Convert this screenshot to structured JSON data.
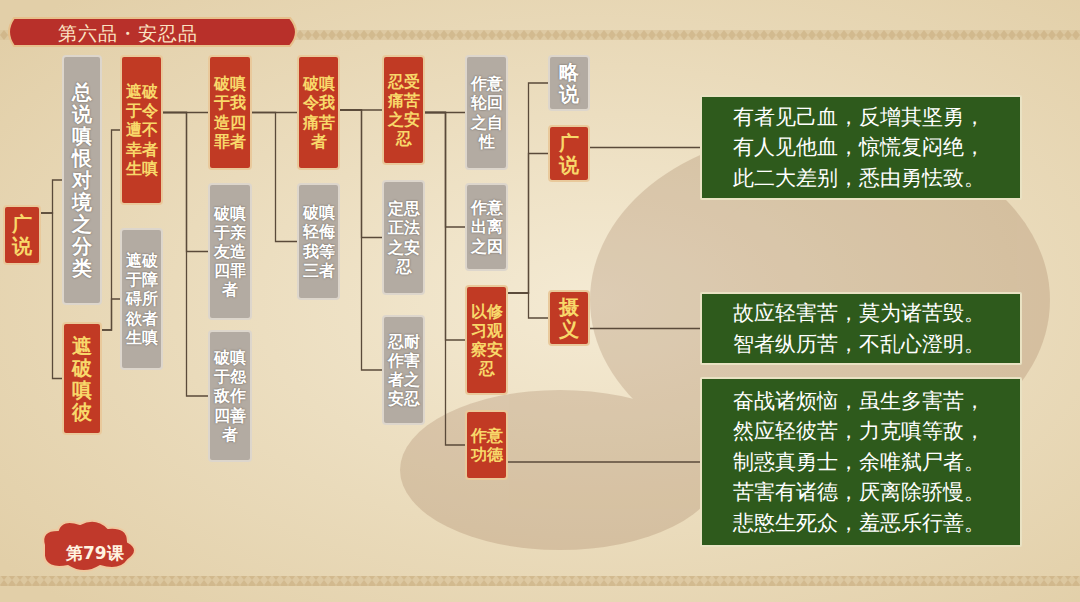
{
  "diagram": {
    "title": "第六品・安忍品",
    "nodes": [
      {
        "text": [
          "广说"
        ]
      },
      {
        "text": [
          "总说嗔恨对境之分类"
        ]
      },
      {
        "text": [
          "遮破嗔彼"
        ]
      },
      {
        "text": [
          "遮破于令遭不幸者生嗔"
        ]
      },
      {
        "text": [
          "遮破于障碍所欲者生嗔"
        ]
      },
      {
        "text": [
          "破嗔于我造四罪者"
        ]
      },
      {
        "text": [
          "破嗔于亲友造四罪者"
        ]
      },
      {
        "text": [
          "破嗔于怨敌作四善者"
        ]
      },
      {
        "text": [
          "破嗔令我痛苦者"
        ]
      },
      {
        "text": [
          "破嗔轻侮我等三者"
        ]
      },
      {
        "text": [
          "忍受痛苦之安忍"
        ]
      },
      {
        "text": [
          "定思正法之安忍"
        ]
      },
      {
        "text": [
          "忍耐作害者之安忍"
        ]
      },
      {
        "text": [
          "作意轮回之自性"
        ]
      },
      {
        "text": [
          "作意出离之因"
        ]
      },
      {
        "text": [
          "以修习观察安忍"
        ]
      },
      {
        "text": [
          "作意功德"
        ]
      },
      {
        "text": [
          "略说"
        ]
      },
      {
        "text": [
          "广说"
        ]
      },
      {
        "text": [
          "摄义"
        ]
      },
      {
        "text": [
          "有者见己血，反增其坚勇， 有人见他血，惊慌复闷绝， 此二大差别，悉由勇怯致。"
        ]
      },
      {
        "text": [
          "故应轻害苦，莫为诸苦毁。 智者纵历苦，不乱心澄明。"
        ]
      },
      {
        "text": [
          "奋战诸烦恼，虽生多害苦， 然应轻彼苦，力克嗔等敌， 制惑真勇士，余唯弑尸者。 苦害有诸德，厌离除骄慢。 悲愍生死众，羞恶乐行善。"
        ]
      }
    ],
    "edges": [
      {
        "from": 0,
        "to": 1,
        "arrow": "none"
      },
      {
        "from": 0,
        "to": 2,
        "arrow": "none"
      },
      {
        "from": 2,
        "to": 3,
        "arrow": "none"
      },
      {
        "from": 2,
        "to": 4,
        "arrow": "none"
      },
      {
        "from": 3,
        "to": 5,
        "arrow": "none"
      },
      {
        "from": 3,
        "to": 6,
        "arrow": "none"
      },
      {
        "from": 3,
        "to": 7,
        "arrow": "none"
      },
      {
        "from": 5,
        "to": 8,
        "arrow": "none"
      },
      {
        "from": 5,
        "to": 9,
        "arrow": "none"
      },
      {
        "from": 8,
        "to": 10,
        "arrow": "none"
      },
      {
        "from": 8,
        "to": 11,
        "arrow": "none"
      },
      {
        "from": 8,
        "to": 12,
        "arrow": "none"
      },
      {
        "from": 10,
        "to": 13,
        "arrow": "none"
      },
      {
        "from": 10,
        "to": 14,
        "arrow": "none"
      },
      {
        "from": 10,
        "to": 15,
        "arrow": "none"
      },
      {
        "from": 10,
        "to": 16,
        "arrow": "none"
      },
      {
        "from": 15,
        "to": 17,
        "arrow": "none"
      },
      {
        "from": 15,
        "to": 18,
        "arrow": "none"
      },
      {
        "from": 15,
        "to": 19,
        "arrow": "none"
      },
      {
        "from": 18,
        "to": 20,
        "arrow": "none"
      },
      {
        "from": 19,
        "to": 21,
        "arrow": "none"
      },
      {
        "from": 16,
        "to": 22,
        "arrow": "none"
      }
    ],
    "labels": [
      "第79课"
    ]
  }
}
